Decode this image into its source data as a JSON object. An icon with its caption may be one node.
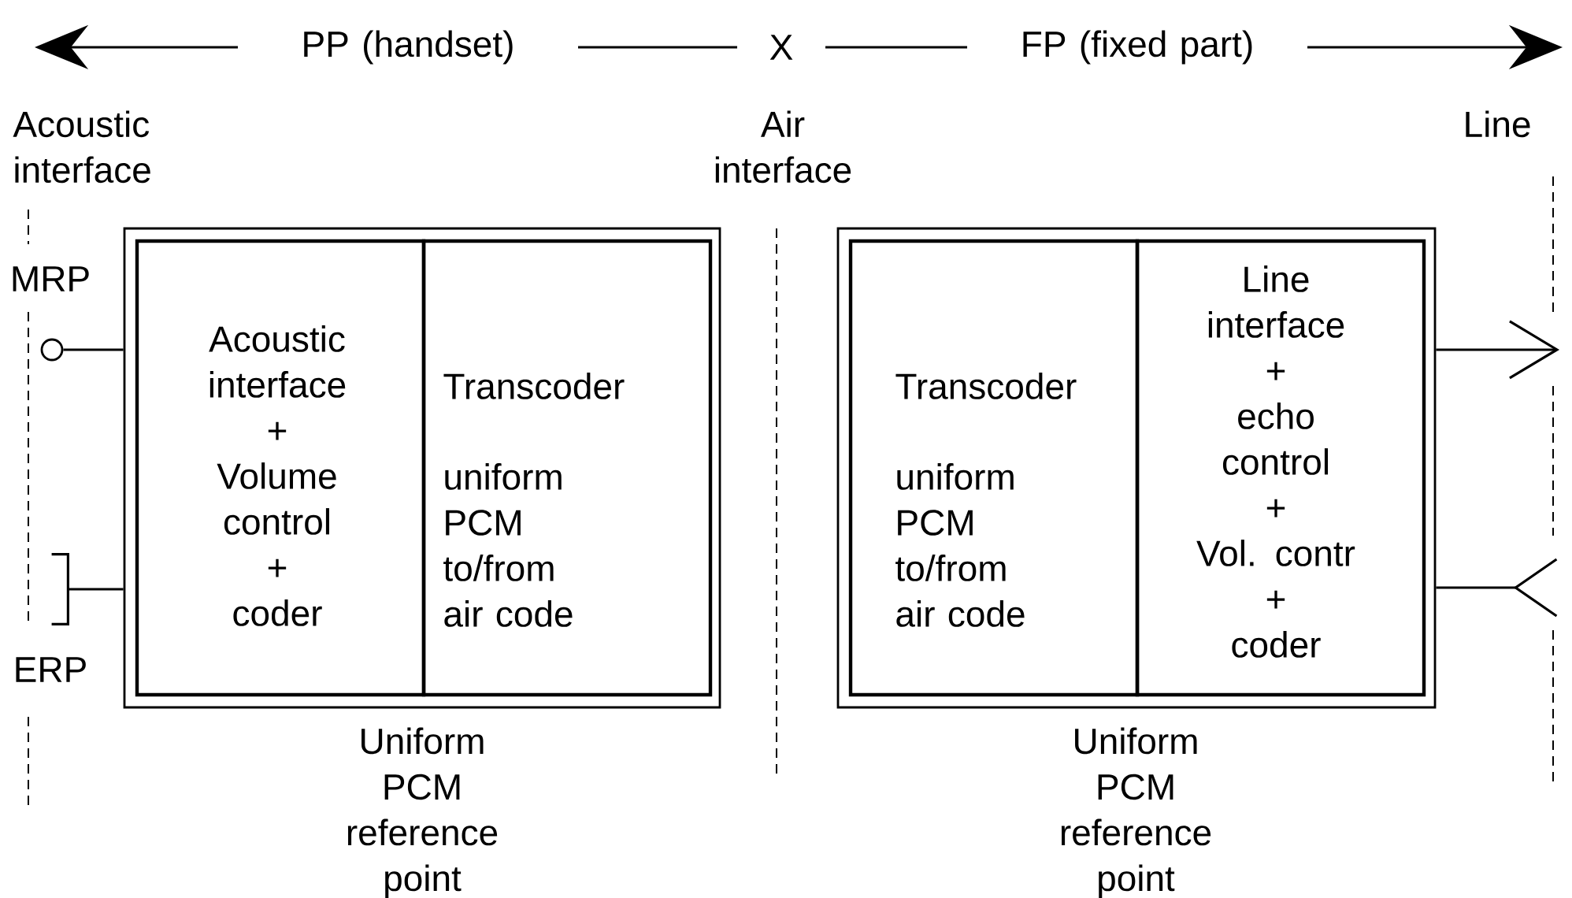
{
  "diagram": {
    "nodes": [
      {
        "text": [],
        "shape": "box",
        "beside": [
          "Uniform PCM reference point"
        ]
      },
      {
        "text": [
          "Acoustic interface + Volume control + coder"
        ],
        "in": 0
      },
      {
        "text": [
          "Transcoder",
          "uniform PCM to/from air code"
        ],
        "in": 0
      },
      {
        "text": [],
        "shape": "box",
        "beside": [
          "Uniform PCM reference point"
        ]
      },
      {
        "text": [
          "Transcoder",
          "uniform PCM to/from air code"
        ],
        "in": 3
      },
      {
        "text": [
          "Line interface + echo control + Vol. contr + coder"
        ],
        "in": 3
      },
      {
        "text": [],
        "shape": "circle",
        "beside": [
          "MRP"
        ]
      },
      {
        "text": [],
        "shape": "bracket",
        "beside": [
          "ERP"
        ]
      }
    ],
    "edges": [
      {
        "from": 6,
        "to": 0,
        "arrow": "none"
      },
      {
        "from": 7,
        "to": 0,
        "arrow": "none"
      },
      {
        "from": 3,
        "to": null,
        "arrow": "to"
      },
      {
        "from": 3,
        "to": null,
        "arrow": "other"
      }
    ],
    "labels": [
      "PP (handset)",
      "X",
      "FP (fixed part)",
      "Acoustic interface",
      "Air interface",
      "Line"
    ]
  }
}
